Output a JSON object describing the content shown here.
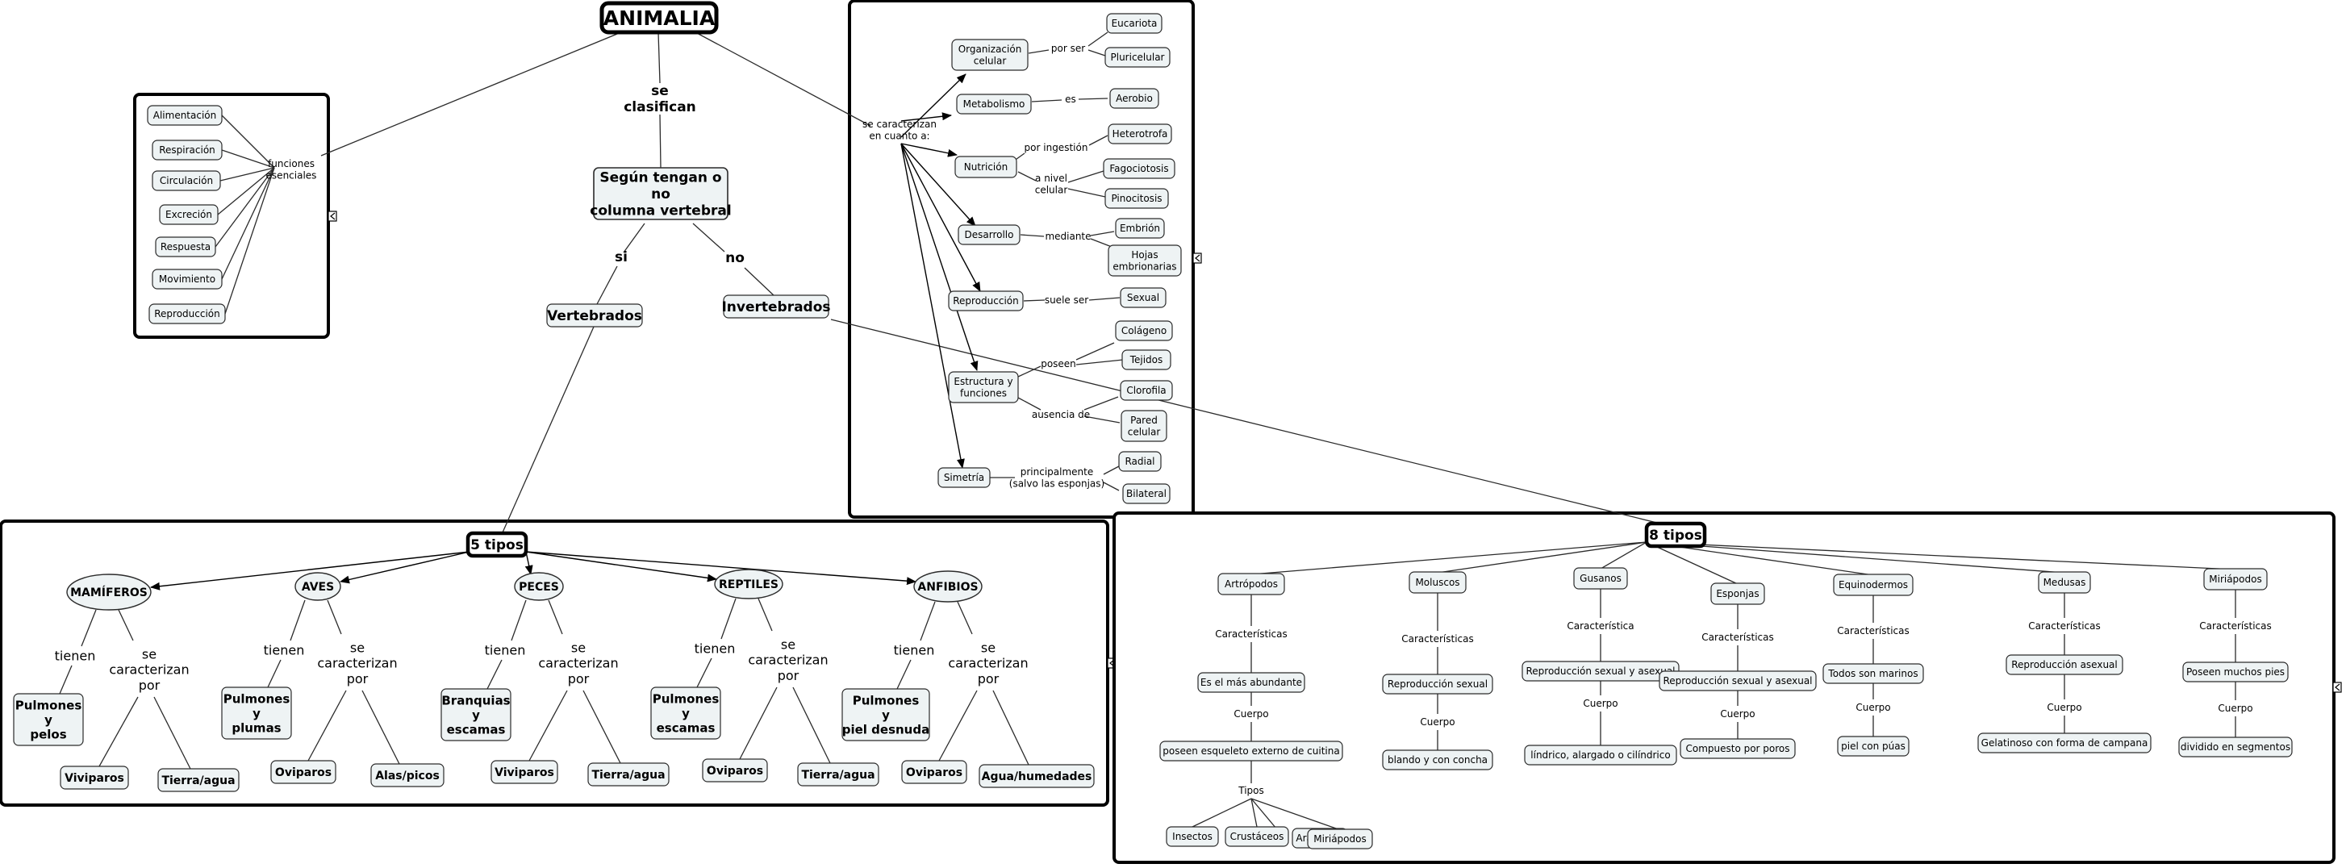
{
  "root": "ANIMALIA",
  "links_root": {
    "se_clasifican": "se\nclasifican",
    "se_caracterizan": "se caracterizan\nen cuanto a:"
  },
  "clasificacion": {
    "criterio": "Según tengan o\nno\ncolumna vertebral",
    "si": "si",
    "no": "no",
    "vertebrados": "Vertebrados",
    "invertebrados": "Invertebrados"
  },
  "funciones": {
    "label": "funciones\nesenciales",
    "items": [
      "Alimentación",
      "Respiración",
      "Circulación",
      "Excreción",
      "Respuesta",
      "Movimiento",
      "Reproducción"
    ]
  },
  "caracteristicas": {
    "organizacion": "Organización\ncelular",
    "por_ser": "por ser",
    "eucariota": "Eucariota",
    "pluricelular": "Pluricelular",
    "metabolismo": "Metabolismo",
    "es": "es",
    "aerobio": "Aerobio",
    "nutricion": "Nutrición",
    "por_ingestion": "por ingestión",
    "heterotrofa": "Heterotrofa",
    "a_nivel_celular": "a nivel\ncelular",
    "fagociotosis": "Fagociotosis",
    "pinocitosis": "Pinocitosis",
    "desarrollo": "Desarrollo",
    "mediante": "mediante",
    "embrion": "Embrión",
    "hojas": "Hojas\nembrionarias",
    "reproduccion": "Reproducción",
    "suele_ser": "suele ser",
    "sexual": "Sexual",
    "estructura": "Estructura y\nfunciones",
    "poseen": "poseen",
    "colageno": "Colágeno",
    "tejidos": "Tejidos",
    "ausencia_de": "ausencia de",
    "clorofila": "Clorofila",
    "pared": "Pared\ncelular",
    "simetria": "Simetría",
    "principalmente": "principalmente\n(salvo las esponjas)",
    "radial": "Radial",
    "bilateral": "Bilateral"
  },
  "vertebrados": {
    "title": "5 tipos",
    "tienen": "tienen",
    "se_caracterizan_por": "se\ncaracterizan\npor",
    "grupos": [
      {
        "name": "MAMÍFEROS",
        "tienen": "Pulmones\ny\npelos",
        "c1": "Viviparos",
        "c2": "Tierra/agua"
      },
      {
        "name": "AVES",
        "tienen": "Pulmones\ny\nplumas",
        "c1": "Oviparos",
        "c2": "Alas/picos"
      },
      {
        "name": "PECES",
        "tienen": "Branquias\ny\nescamas",
        "c1": "Viviparos",
        "c2": "Tierra/agua"
      },
      {
        "name": "REPTILES",
        "tienen": "Pulmones\ny\nescamas",
        "c1": "Oviparos",
        "c2": "Tierra/agua"
      },
      {
        "name": "ANFIBIOS",
        "tienen": "Pulmones\ny\npiel desnuda",
        "c1": "Oviparos",
        "c2": "Agua/humedades"
      }
    ]
  },
  "invertebrados": {
    "title": "8 tipos",
    "grupos": [
      {
        "name": "Artrópodos",
        "link": "Características",
        "c": "Es el más abundante",
        "cuerpo": "Cuerpo",
        "body": "poseen esqueleto externo de cuitina"
      },
      {
        "name": "Moluscos",
        "link": "Características",
        "c": "Reproducción sexual",
        "cuerpo": "Cuerpo",
        "body": "blando y con concha"
      },
      {
        "name": "Gusanos",
        "link": "Característica",
        "c": "Reproducción sexual y asexual",
        "cuerpo": "Cuerpo",
        "body": "líndrico, alargado o cilíndrico"
      },
      {
        "name": "Esponjas",
        "link": "Características",
        "c": "Reproducción sexual y asexual",
        "cuerpo": "Cuerpo",
        "body": "Compuesto por poros"
      },
      {
        "name": "Equinodermos",
        "link": "Características",
        "c": "Todos son marinos",
        "cuerpo": "Cuerpo",
        "body": "piel con púas"
      },
      {
        "name": "Medusas",
        "link": "Características",
        "c": "Reproducción asexual",
        "cuerpo": "Cuerpo",
        "body": "Gelatinoso con forma de campana"
      },
      {
        "name": "Miriápodos",
        "link": "Características",
        "c": "Poseen muchos pies",
        "cuerpo": "Cuerpo",
        "body": "dividido en segmentos"
      }
    ],
    "tipos": "Tipos",
    "artropodos_tipos": [
      "Insectos",
      "Crustáceos",
      "Arácnidos",
      "Miriápodos"
    ]
  }
}
